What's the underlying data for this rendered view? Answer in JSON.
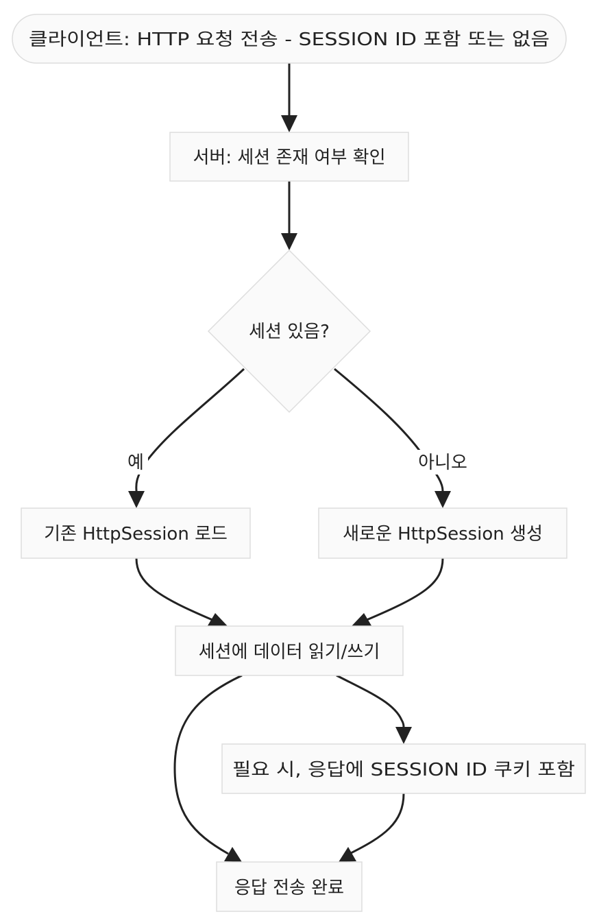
{
  "flowchart": {
    "nodes": {
      "client_request": "클라이언트: HTTP 요청 전송 - SESSION ID 포함 또는 없음",
      "server_check": "서버: 세션 존재 여부 확인",
      "session_exists": "세션 있음?",
      "load_session": "기존 HttpSession 로드",
      "create_session": "새로운 HttpSession 생성",
      "read_write": "세션에 데이터 읽기/쓰기",
      "include_cookie": "필요 시, 응답에 SESSION ID 쿠키 포함",
      "response_done": "응답 전송 완료"
    },
    "edge_labels": {
      "yes": "예",
      "no": "아니오"
    }
  }
}
